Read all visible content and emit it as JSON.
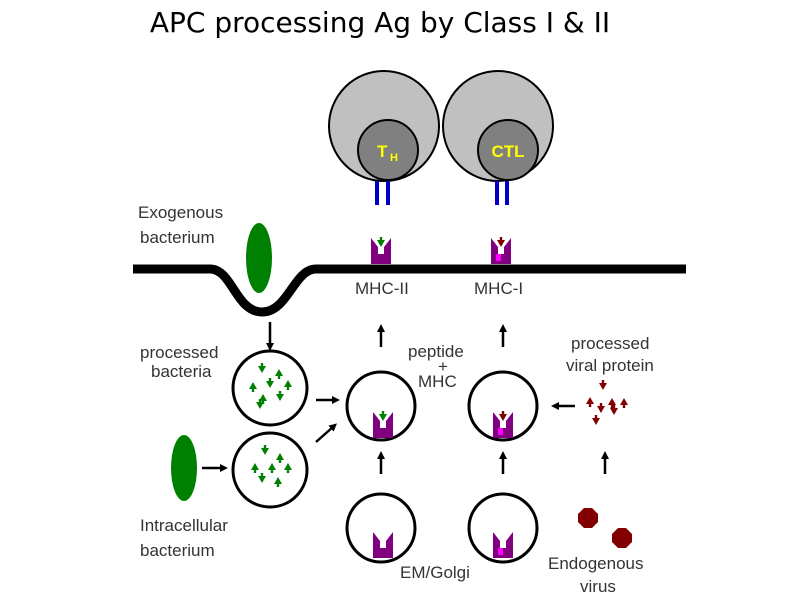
{
  "title": "APC processing Ag by Class I & II",
  "cells": {
    "th_label": "T",
    "th_sub": "H",
    "ctl_label": "CTL"
  },
  "labels": {
    "exogenous_1": "Exogenous",
    "exogenous_2": "bacterium",
    "mhc2": "MHC-II",
    "mhc1": "MHC-I",
    "processed_bacteria_1": "processed",
    "processed_bacteria_2": "bacteria",
    "peptide": "peptide",
    "plus": "+",
    "mhc": "MHC",
    "processed_viral_1": "processed",
    "processed_viral_2": "viral protein",
    "intracellular_1": "Intracellular",
    "intracellular_2": "bacterium",
    "em_golgi": "EM/Golgi",
    "endogenous_1": "Endogenous",
    "endogenous_2": "virus"
  },
  "colors": {
    "cell_outer": "#c0c0c0",
    "cell_inner": "#808080",
    "cell_text": "#ffff00",
    "tcr": "#0000cc",
    "mhc": "#800080",
    "bacterial_peptide": "#008000",
    "viral_peptide": "#800000",
    "class1_accent": "#ff00ff",
    "bacterium": "#008000",
    "virus": "#800000"
  }
}
